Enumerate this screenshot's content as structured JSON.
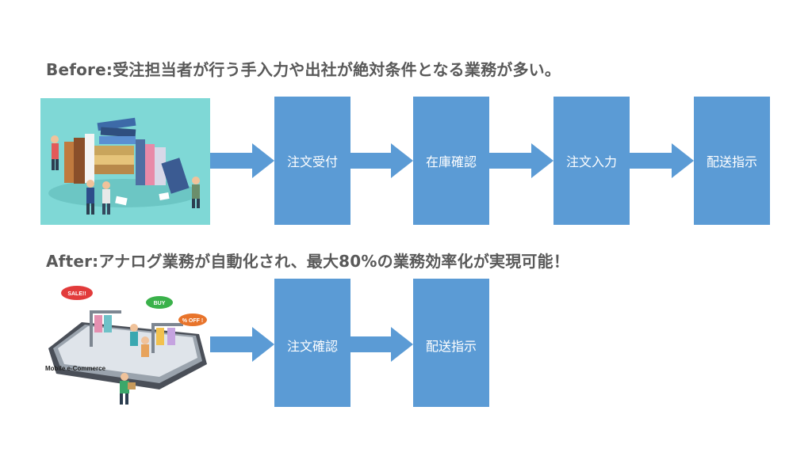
{
  "before": {
    "heading": "Before:受注担当者が行う手入力や出社が絶対条件となる業務が多い。",
    "illustration": "office-paperwork-illustration",
    "steps": [
      "注文受付",
      "在庫確認",
      "注文入力",
      "配送指示"
    ]
  },
  "after": {
    "heading": "After:アナログ業務が自動化され、最大80%の業務効率化が実現可能！",
    "illustration": "mobile-ecommerce-illustration",
    "image_text": {
      "sale": "SALE!!",
      "buy": "BUY",
      "off": "% OFF !",
      "caption": "Mobile e-Commerce"
    },
    "steps": [
      "注文確認",
      "配送指示"
    ]
  },
  "colors": {
    "box": "#5b9bd5",
    "heading": "#595959"
  }
}
